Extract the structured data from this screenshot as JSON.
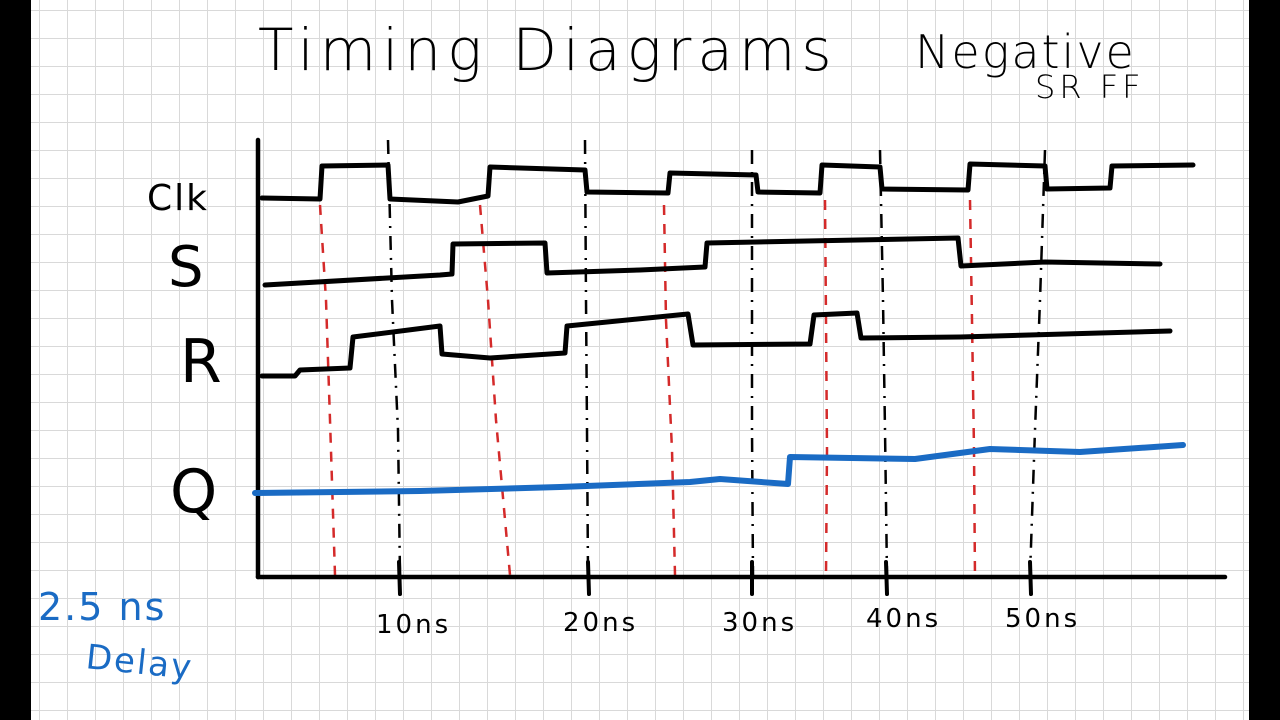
{
  "title": "Timing Diagrams",
  "subtitle_line1": "Negative",
  "subtitle_line2": "SR FF",
  "signals": {
    "clk": "Clk",
    "s": "S",
    "r": "R",
    "q": "Q"
  },
  "time_ticks": [
    "10ns",
    "20ns",
    "30ns",
    "40ns",
    "50ns"
  ],
  "note_line1": "2.5 ns",
  "note_line2": "Delay",
  "colors": {
    "ink": "#000000",
    "q_trace": "#1a6bc4",
    "delay_marker": "#d42a2a",
    "note": "#1a6bc4"
  }
}
